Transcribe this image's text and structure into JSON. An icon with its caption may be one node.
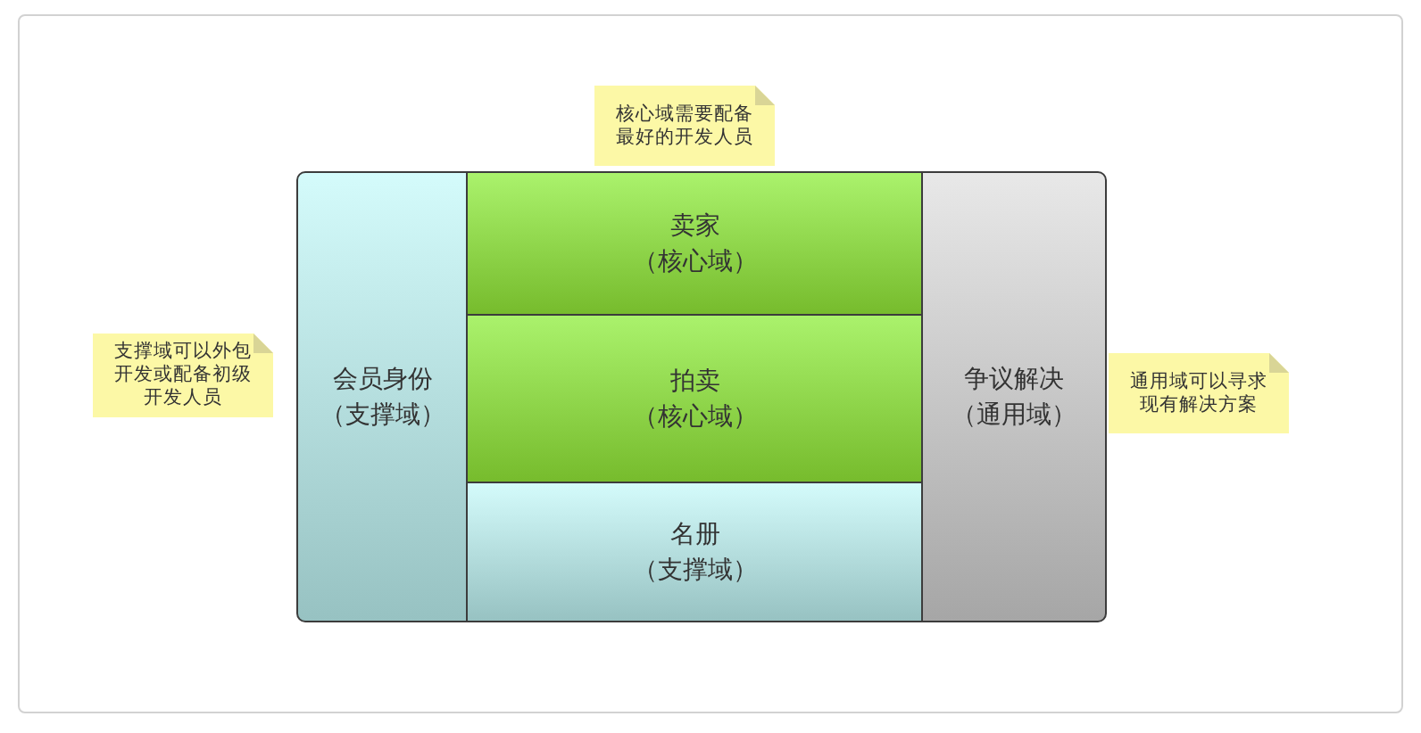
{
  "diagram": {
    "nodes": [
      {
        "text": [
          "核心域需要配备最好的开发人员"
        ]
      },
      {
        "text": [
          "支撑域可以外包开发或配备初级开发人员"
        ]
      },
      {
        "text": [
          "会员身份",
          "（支撑域）"
        ]
      },
      {
        "text": [
          "卖家",
          "（核心域）"
        ]
      },
      {
        "text": [
          "拍卖",
          "（核心域）"
        ]
      },
      {
        "text": [
          "名册",
          "（支撑域）"
        ]
      },
      {
        "text": [
          "争议解决",
          "（通用域）"
        ]
      },
      {
        "text": [
          "通用域可以寻求现有解决方案"
        ]
      }
    ]
  }
}
